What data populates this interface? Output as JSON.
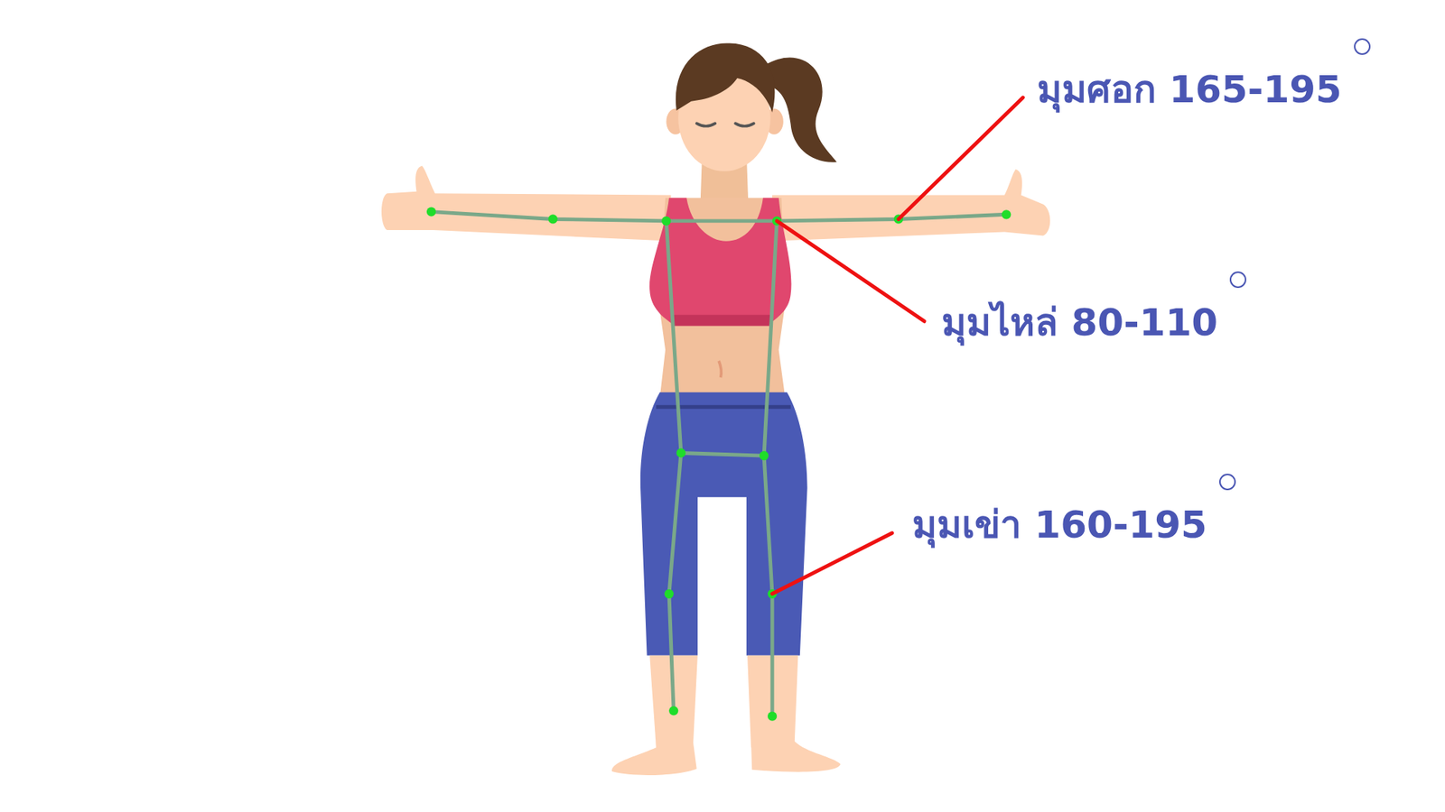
{
  "diagram": {
    "labels": [
      "มุมศอก 165-195",
      "มุมไหล่ 80-110",
      "มุมเข่า 160-195"
    ]
  }
}
